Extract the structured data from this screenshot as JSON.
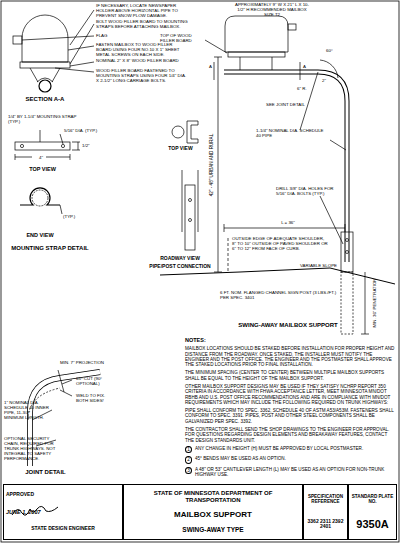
{
  "diagram": {
    "nodes": [
      {
        "text": [
          "APPROVED",
          "JUNE 1, 2007",
          "STATE DESIGN ENGINEER"
        ]
      },
      {
        "text": [
          "STATE OF MINNESOTA DEPARTMENT OF TRANSPORTATION",
          "MAILBOX SUPPORT",
          "SWING-AWAY TYPE"
        ]
      },
      {
        "text": [
          "SPECIFICATION REFERENCE",
          "3362 2311 2392 2401"
        ]
      },
      {
        "text": [
          "STANDARD PLATE NO.",
          "9350A"
        ]
      }
    ],
    "labels": [
      "IF NECESSARY, LOCATE NEWSPAPER HOLDER ABOVE HORIZONTAL PIPE TO PREVENT SNOW PLOW DAMAGE.",
      "BOLT WOOD FILLER BOARD TO MOUNTING STRAPS BEFORE ATTACHING MAILBOX.",
      "FLAG",
      "FASTEN MAILBOX TO WOOD FILLER BOARD USING FOUR NO.10 X 1\" SHEET METAL SCREWS ON EACH SIDE.",
      "NOMINAL 2\" X 8\" WOOD FILLER BOARD",
      "WOOD FILLER BOARD FASTENED TO MOUNTING STRAPS USING FOUR 1/4\" DIA. X 2-1/2\" LONG CARRIAGE BOLTS.",
      "SECTION A-A",
      "1/4\" BY 1-1/4\" MOUNTING STRAP (TYP.)",
      "5/16\" DIA. (TYP.)",
      "TOP VIEW",
      "4\"",
      "1/2\"",
      "(TYP.)",
      "END VIEW",
      "MOUNTING STRAP DETAIL",
      "TOP OF WOOD FILLER BOARD",
      "APPROXIMATELY 9\" W X 21\" L X 10-1/2\" H RECOMMENDED MAILBOX SIZE T2",
      "A",
      "A",
      "60°",
      "2\"",
      "SEE JOINT DETAIL",
      "1-1/4\" NOMINAL DIA. SCHEDULE 40 PIPE",
      "6\" R.",
      "42\" - 48\" URBAN AND RURAL",
      "TOP VIEW",
      "ROADWAY VIEW",
      "PIPE/POST CONNECTION",
      "L = 36\"",
      "OUTSIDE EDGE OF ADEQUATE SHOULDER, 8\" TO 10\" OUTSIDE OF PAVED SHOULDER OR 6\" TO 12\" FROM FACE OF CURB.",
      "DRILL 3/8\" DIA. HOLES FOR 5/16\" DIA. BOLTS (TYP.)",
      "VARIABLE SLOPE",
      "MIN. 36\" PENETRATION",
      "6 FT. NOM. FLANGED CHANNEL SIGN POST (3 LBS./FT.) PER SPEC. 3401",
      "SWING-AWAY MAILBOX SUPPORT",
      "MIN. 7\" PROJECTION",
      "65° CUT (90° OPTIONAL)",
      "WELD TO FIX. BOTH SIDES!",
      "1\" NOMINAL DIA. SCHEDULE 40 INNER PIPE, 11-3/4\" MINIMUM LENGTH.",
      "OPTIONAL SECURITY CHAIN, REQUIRED FOR TRUNK HIGHWAYS. NOT INTEGRAL TO SAFETY PERFORMANCE.",
      "JOINT DETAIL",
      "NOTES:",
      "MAILBOX LOCATIONS SHOULD BE STAKED BEFORE INSTALLATION FOR PROPER HEIGHT AND DISTANCE FROM THE ROADWAY. ONCE STAKED, THE INSTALLER MUST NOTIFY THE ENGINEER AND THE POST OFFICE. THE ENGINEER AND THE POSTMASTER SHALL APPROVE THE STAKED LOCATIONS PRIOR TO FINAL INSTALLATION.",
      "THE MINIMUM SPACING (CENTER TO CENTER) BETWEEN MULTIPLE MAILBOX SUPPORTS SHALL BE EQUAL TO THE HEIGHT OF THE MAILBOX SUPPORT.",
      "OTHER MAILBOX SUPPORT DESIGNS MAY BE USED IF THEY SATISFY NCHRP REPORT 350 CRITERIA IN ACCORDANCE WITH FHWA ACCEPTANCE LETTER, MEET MINNESOTA MN/DOT RBHB AND U.S. POST OFFICE RECOMMENDATIONS AND ARE IN COMPLIANCE WITH MN/DOT REQUIREMENTS WHICH MAY INCLUDE THE FOLLOWING REQUIRED ON TRUNK HIGHWAYS:",
      "PIPE SHALL CONFORM TO SPEC. 3362, SCHEDULE 40 OF ASTM A53/A53M. FASTENERS SHALL CONFORM TO SPEC. 3391. PIPES, POST AND OTHER STEEL COMPONENTS SHALL BE GALVANIZED PER SPEC. 3392.",
      "THE CONTRACTOR SHALL SEND THE SHOP DRAWINGS TO THE ENGINEER FOR APPROVAL. FOR QUESTIONS REGARDING DESIGN ELEMENTS AND BREAKAWAY FEATURES, CONTACT THE DESIGN STANDARDS UNIT.",
      "1",
      "ANY CHANGE IN HEIGHT (H) MUST BE APPROVED BY LOCAL POSTMASTER.",
      "2",
      "45° BENDS MAY BE USED AS AN OPTION.",
      "3",
      "A 48\" OR 53\" CANTILEVER LENGTH (L) MAY BE USED AS AN OPTION FOR NON-TRUNK HIGHWAY USE."
    ]
  }
}
